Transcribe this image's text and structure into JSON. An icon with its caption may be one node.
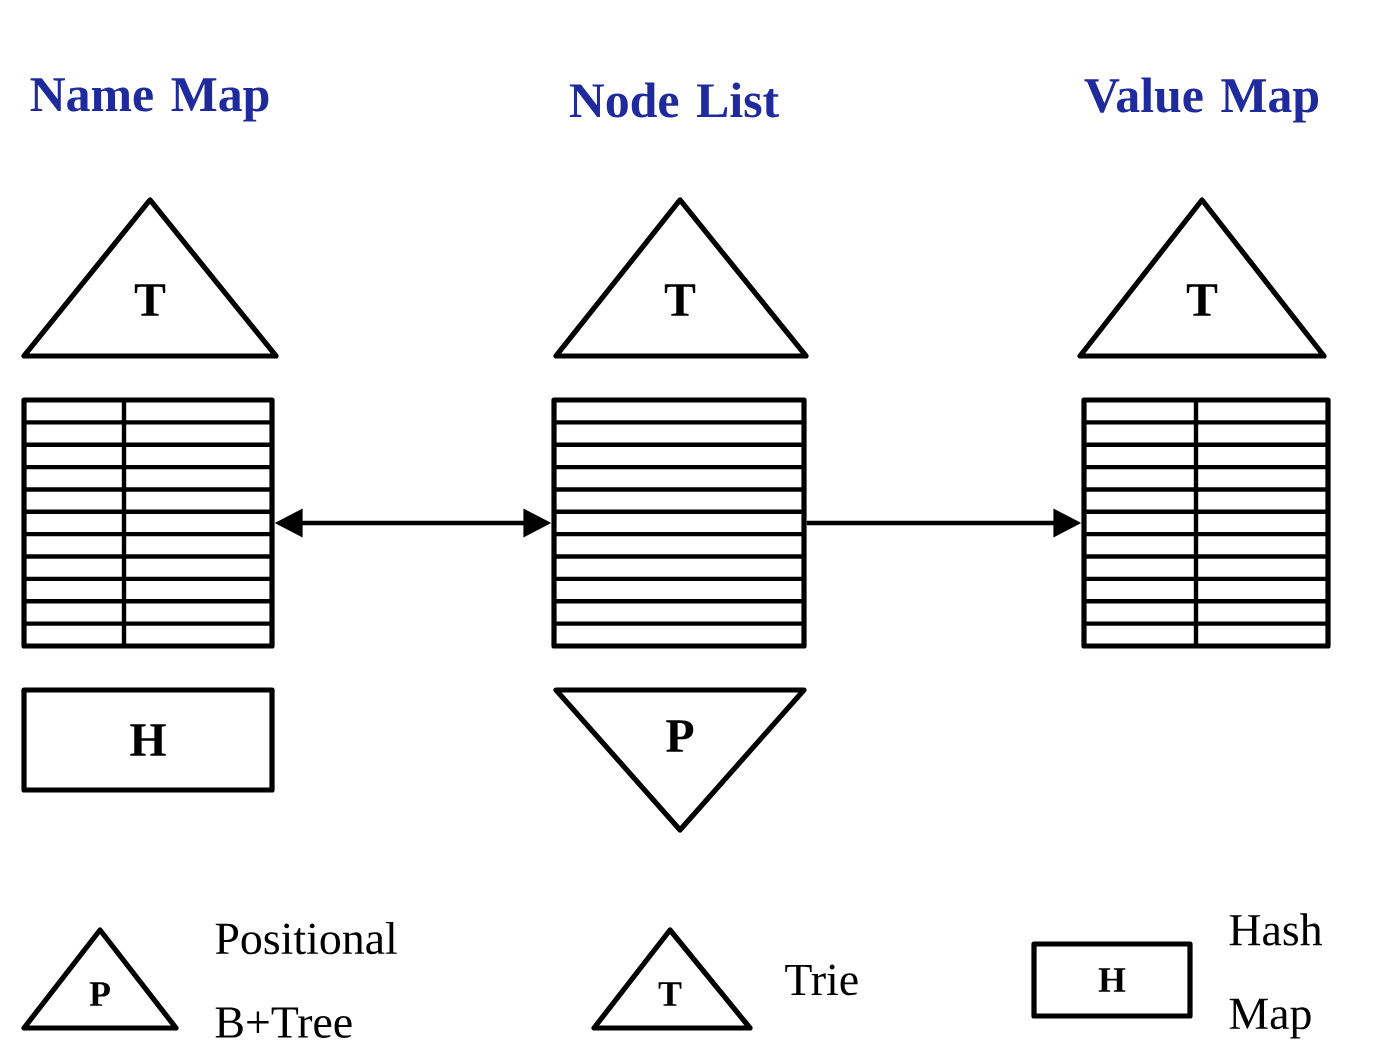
{
  "diagram": {
    "nodes": [
      {
        "text": [
          "T"
        ]
      },
      {
        "text": [
          "T"
        ]
      },
      {
        "text": [
          "T"
        ]
      },
      {
        "text": [],
        "shape": "box"
      },
      {
        "text": [],
        "shape": "box"
      },
      {
        "text": [],
        "shape": "box"
      },
      {
        "text": [
          "H"
        ]
      },
      {
        "text": [
          "P"
        ]
      },
      {
        "text": [
          "P"
        ],
        "beside": [
          "Positional B+Tree"
        ]
      },
      {
        "text": [
          "T"
        ],
        "beside": [
          "Trie"
        ]
      },
      {
        "text": [
          "H"
        ],
        "beside": [
          "Hash Map"
        ]
      }
    ],
    "edges": [
      {
        "from": 3,
        "to": 4,
        "arrow": "both"
      },
      {
        "from": 4,
        "to": 5,
        "arrow": "to"
      }
    ],
    "labels": [
      "Name Map",
      "Node List",
      "Value Map"
    ]
  }
}
